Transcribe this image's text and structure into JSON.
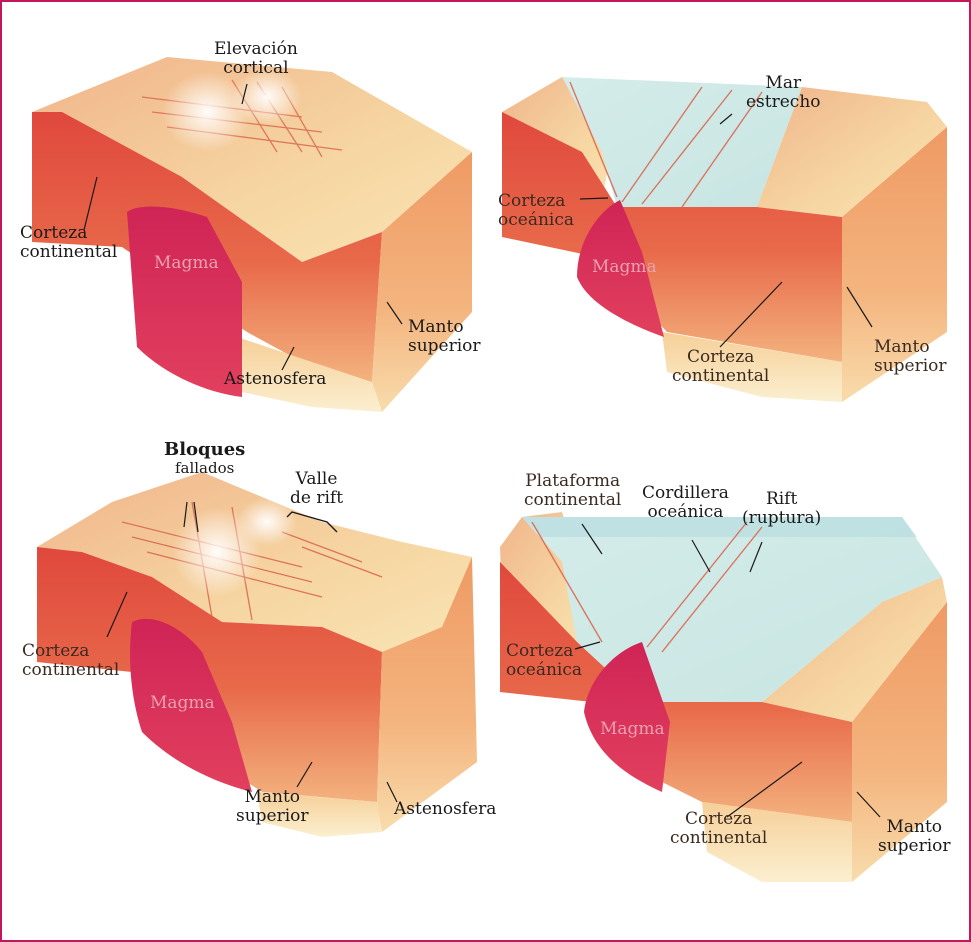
{
  "colors": {
    "frame": "#c2185b",
    "crust": "#e34a3c",
    "crust_dark": "#c93434",
    "surface": "#f6d9a0",
    "mantle": "#f3ad7a",
    "asthenosphere": "#f9e7b8",
    "magma": "#d9295a",
    "sea": "#cfe9e6"
  },
  "panels": {
    "p1": {
      "elevacion": [
        "Elevación",
        "cortical"
      ],
      "corteza": [
        "Corteza",
        "continental"
      ],
      "magma": "Magma",
      "manto": [
        "Manto",
        "superior"
      ],
      "astenosfera": "Astenosfera"
    },
    "p2": {
      "mar": [
        "Mar",
        "estrecho"
      ],
      "corteza_oceanica": [
        "Corteza",
        "oceánica"
      ],
      "magma": "Magma",
      "corteza_continental": [
        "Corteza",
        "continental"
      ],
      "manto": [
        "Manto",
        "superior"
      ]
    },
    "p3": {
      "bloques": [
        "Bloques",
        "fallados"
      ],
      "valle": [
        "Valle",
        "de rift"
      ],
      "corteza": [
        "Corteza",
        "continental"
      ],
      "magma": "Magma",
      "manto": [
        "Manto",
        "superior"
      ],
      "astenosfera": "Astenosfera"
    },
    "p4": {
      "plataforma": [
        "Plataforma",
        "continental"
      ],
      "cordillera": [
        "Cordillera",
        "oceánica"
      ],
      "rift": [
        "Rift",
        "(ruptura)"
      ],
      "corteza_oceanica": [
        "Corteza",
        "oceánica"
      ],
      "magma": "Magma",
      "corteza_continental": [
        "Corteza",
        "continental"
      ],
      "manto": [
        "Manto",
        "superior"
      ]
    }
  }
}
